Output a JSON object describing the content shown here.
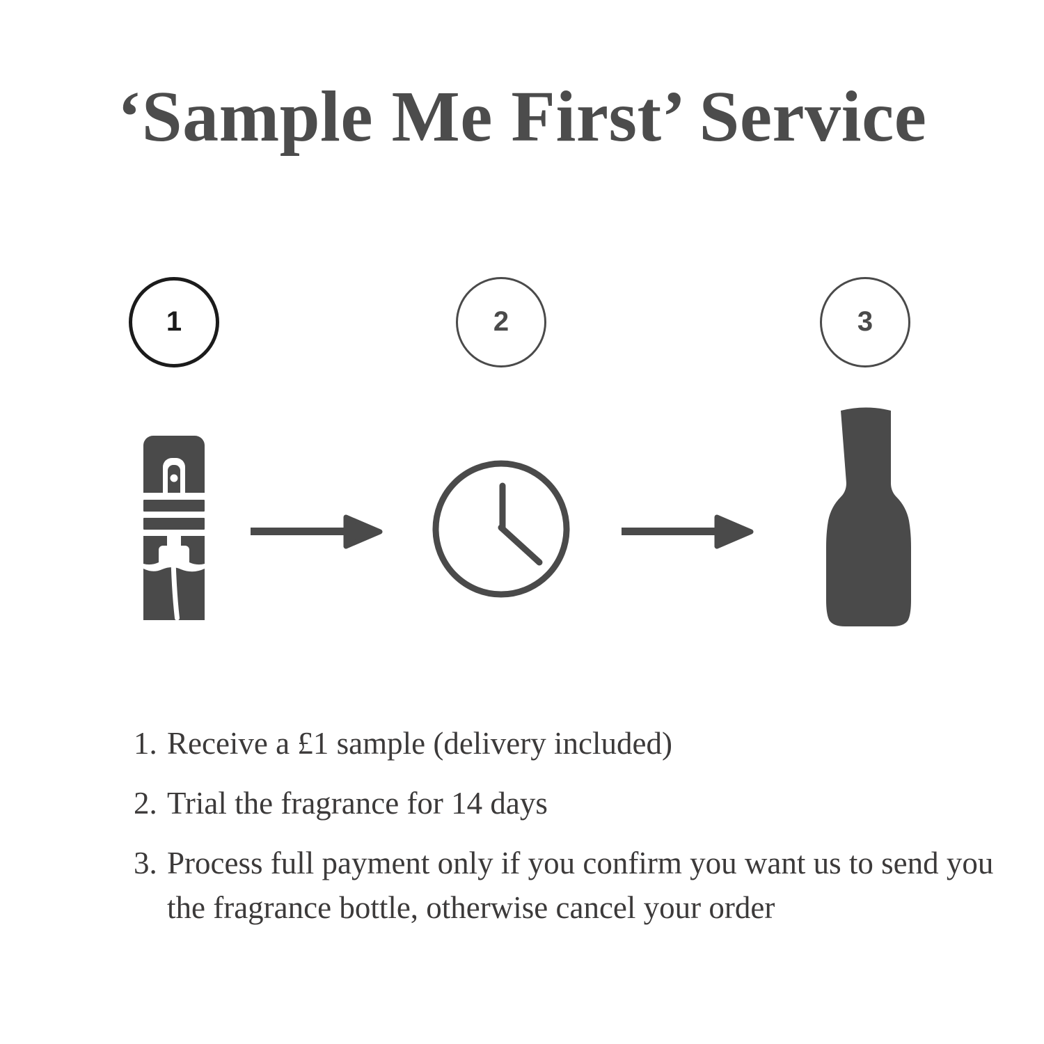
{
  "page": {
    "background_color": "#ffffff",
    "title": "‘Sample Me First’ Service",
    "title_color": "#4c4c4c"
  },
  "steps": [
    {
      "number": "1",
      "circle_color": "#1b1b1b",
      "icon": "sample-vial-icon",
      "icon_color": "#4a4a4a"
    },
    {
      "number": "2",
      "circle_color": "#4a4a4a",
      "icon": "clock-icon",
      "icon_color": "#4a4a4a"
    },
    {
      "number": "3",
      "circle_color": "#4a4a4a",
      "icon": "fragrance-bottle-icon",
      "icon_color": "#4a4a4a"
    }
  ],
  "connectors": [
    {
      "icon": "arrow-right-icon",
      "color": "#4a4a4a"
    },
    {
      "icon": "arrow-right-icon",
      "color": "#4a4a4a"
    }
  ],
  "instructions": {
    "text_color": "#3c3a3a",
    "items": [
      {
        "marker": "1.",
        "text": "Receive a £1 sample (delivery included)"
      },
      {
        "marker": "2.",
        "text": "Trial the fragrance for 14 days"
      },
      {
        "marker": "3.",
        "text": "Process full payment only if you confirm you want us to send you the fragrance bottle, otherwise cancel your order"
      }
    ]
  }
}
